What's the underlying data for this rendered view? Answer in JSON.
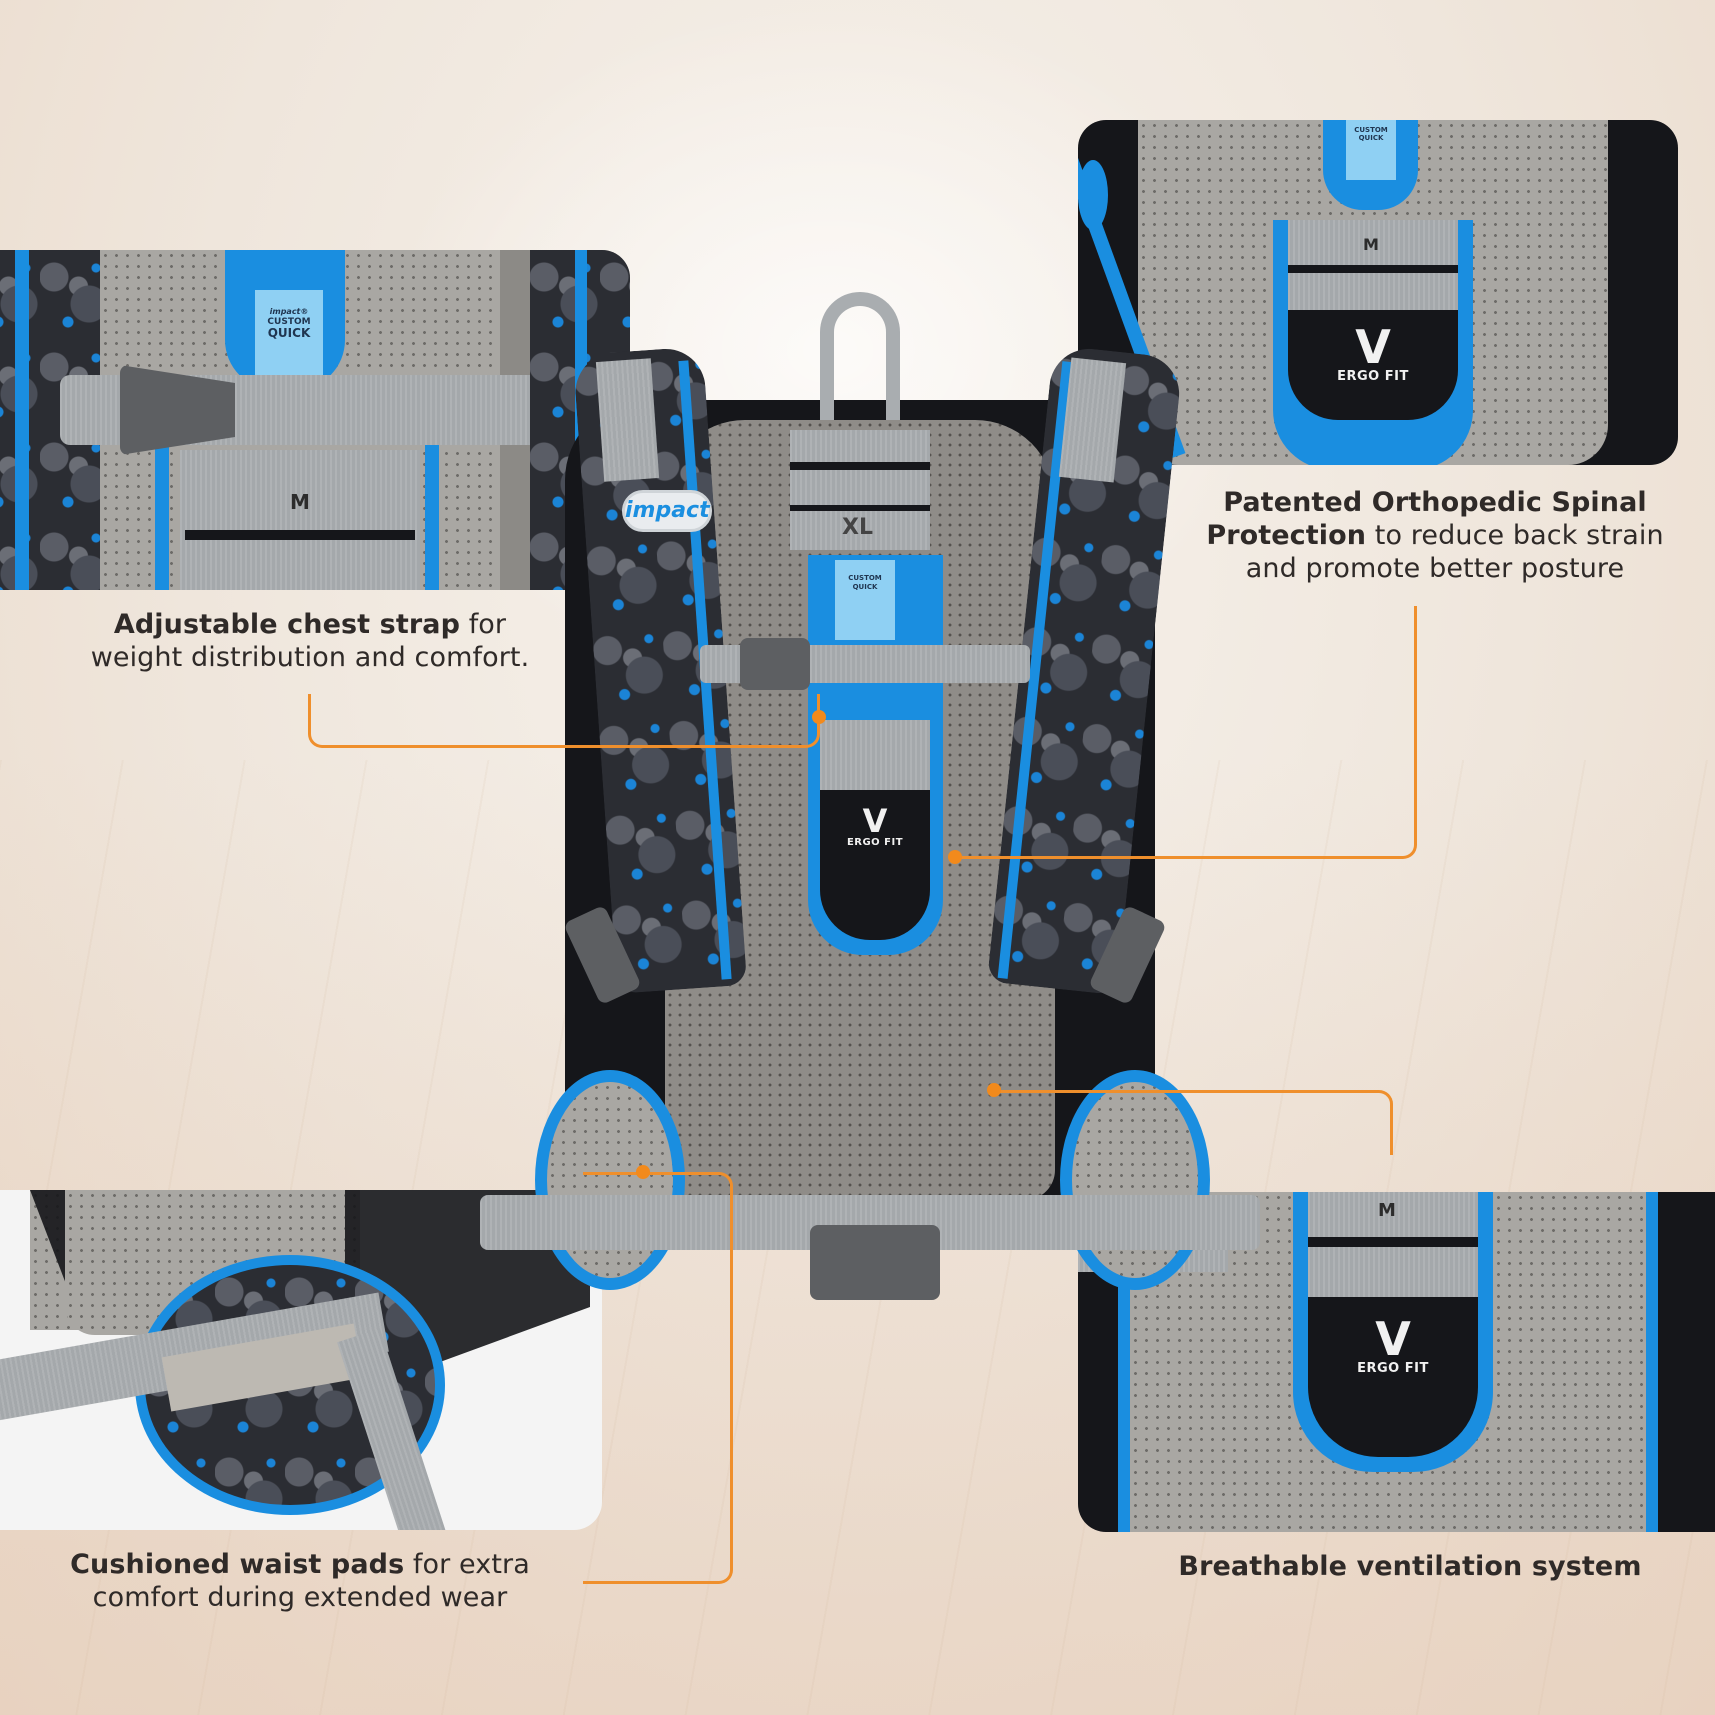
{
  "callouts": {
    "chest_strap": {
      "bold": "Adjustable chest strap",
      "rest_line1": " for",
      "line2": "weight distribution and comfort."
    },
    "spinal": {
      "bold_line1": "Patented Orthopedic Spinal",
      "bold_line2": "Protection",
      "rest_line2": " to reduce back strain",
      "line3": "and promote better posture"
    },
    "waist_pads": {
      "bold": "Cushioned waist pads",
      "rest_line1": " for extra",
      "line2": "comfort during extended wear"
    },
    "ventilation": {
      "bold": "Breathable ventilation system"
    }
  },
  "product_labels": {
    "brand": "impact",
    "brand_small": "impact®",
    "tag_line1": "CUSTOM",
    "tag_line2": "QUICK",
    "size_main": "XL",
    "size_panel": "M",
    "ergo_logo": "V",
    "ergo_text": "ERGO FIT"
  },
  "colors": {
    "accent_orange": "#ef8f2c",
    "product_blue": "#1a8ee0",
    "text_dark": "#2f2a28",
    "background": "#f3ebe2"
  }
}
